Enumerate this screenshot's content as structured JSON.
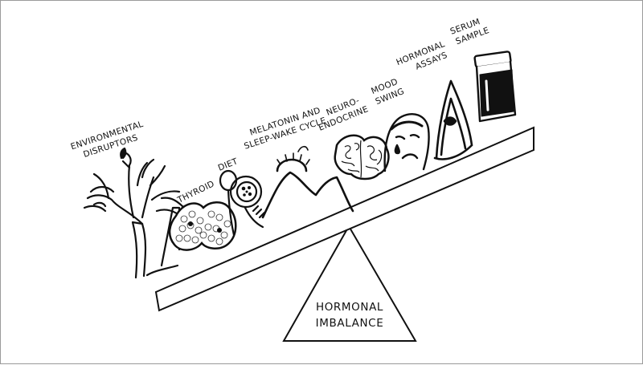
{
  "diagram": {
    "fulcrum": {
      "line1": "HORMONAL",
      "line2": "IMBALANCE"
    },
    "labels": {
      "environmental": [
        "ENVIRONMENTAL",
        "DISRUPTORS"
      ],
      "thyroid": "THYROID",
      "diet": "DIET",
      "melatonin": [
        "MELATONIN AND",
        "SLEEP-WAKE CYCLE"
      ],
      "neuro": [
        "NEURO-",
        "ENDOCRINE"
      ],
      "mood": [
        "MOOD",
        "SWING"
      ],
      "assays": [
        "HORMONAL",
        "ASSAYS"
      ],
      "serum": [
        "SERUM",
        "SAMPLE"
      ]
    },
    "ink_color": "#111111",
    "background_color": "#ffffff"
  }
}
